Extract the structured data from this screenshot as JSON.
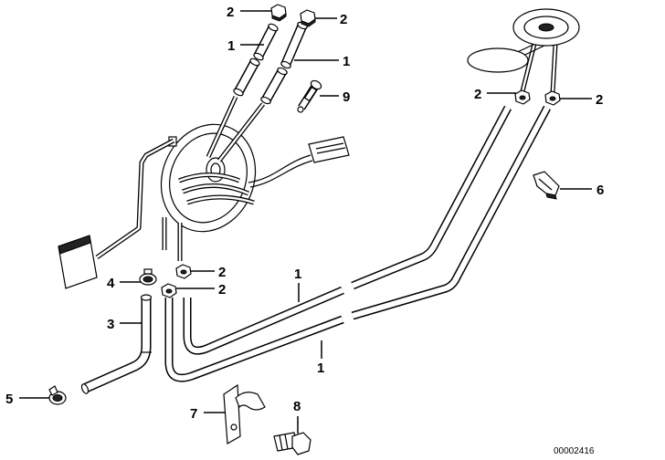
{
  "callouts": [
    "2",
    "2",
    "1",
    "1",
    "9",
    "2",
    "2",
    "6",
    "4",
    "2",
    "2",
    "1",
    "3",
    "1",
    "5",
    "7",
    "8"
  ],
  "diagram_number": "00002416"
}
